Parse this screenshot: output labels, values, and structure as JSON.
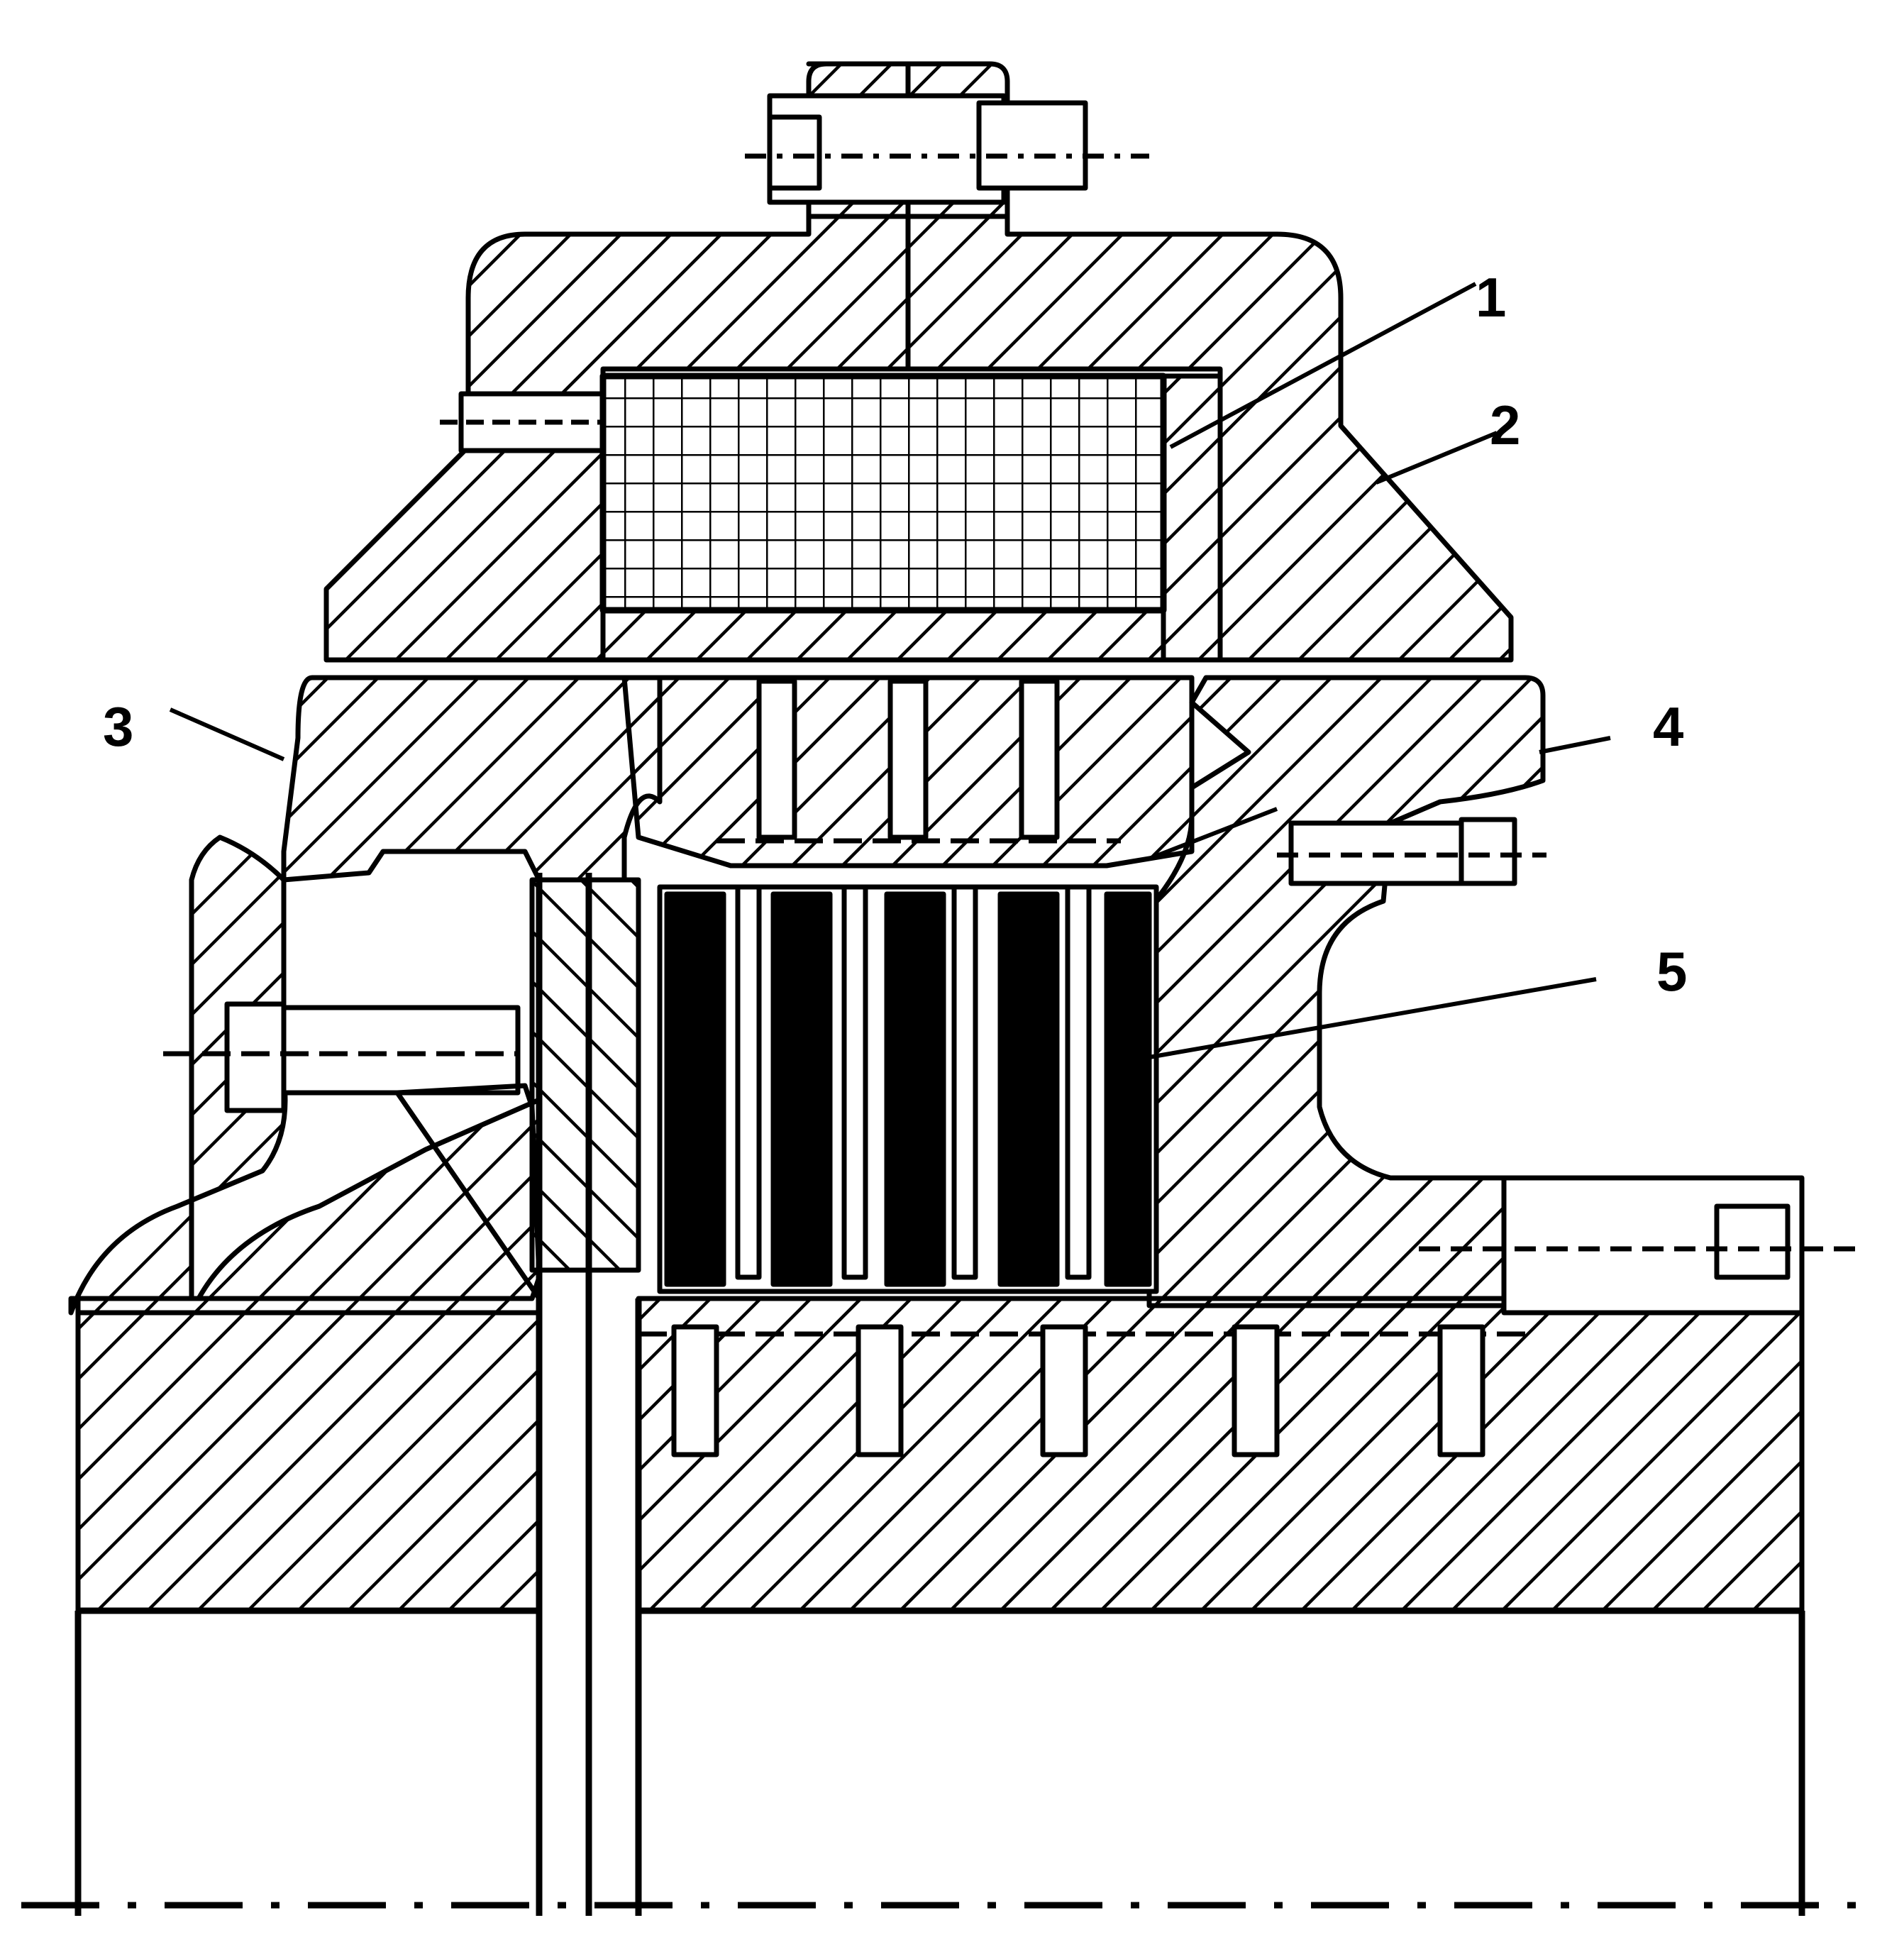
{
  "diagram": {
    "callouts": [
      {
        "id": "1",
        "label": "1"
      },
      {
        "id": "2",
        "label": "2"
      },
      {
        "id": "3",
        "label": "3"
      },
      {
        "id": "4",
        "label": "4"
      },
      {
        "id": "5",
        "label": "5"
      }
    ],
    "colors": {
      "ink": "#000000",
      "paper": "#ffffff"
    }
  }
}
